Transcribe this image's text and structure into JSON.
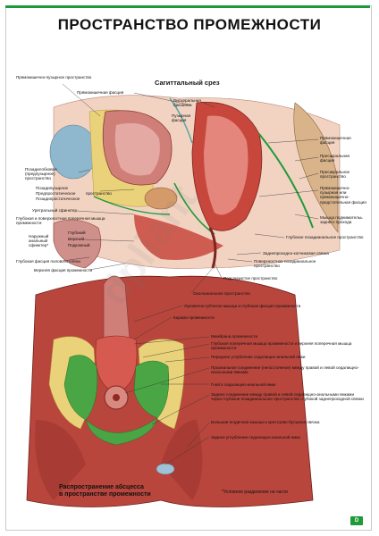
{
  "title": "ПРОСТРАНСТВО ПРОМЕЖНОСТИ",
  "subtitle": "Сагиттальный срез",
  "caption_line1": "Распространение абсцесса",
  "caption_line2": "в пространстве промежности",
  "footnote": "*Условное разделение на части",
  "logo_text": "D",
  "colors": {
    "accent": "#1f9a3a",
    "muscle": "#c8473c",
    "fat": "#e9d27a",
    "abscess": "#4aa544",
    "bladder": "#c88a8a"
  },
  "labels_top_left": [
    "Прямокишечно-пузырное пространство",
    "Прямокишечная фасция",
    "Позадилобковое (предпузырное) пространство",
    "Позадипузырное",
    "Предпростатическое",
    "Позадипростатическое",
    "пространство",
    "Уретральный сфинктер",
    "Глубокая и поверхностная поперечная мышца промежности",
    "Наружный анальный сфинктер*",
    "Глубокий",
    "Верхний",
    "Подкожный",
    "Глубокая фасция полового члена",
    "Верхняя фасция промежности"
  ],
  "labels_top_mid": [
    "Висцеральная брюшина",
    "Пузырная фасция"
  ],
  "labels_top_right": [
    "Прямокишечная фасция",
    "Пресакральная фасция",
    "Пресакральное пространство",
    "Прямокишечно-пузырная или прямокишечно-предстательная фасция",
    "Мышца поднимательь заднего прохода",
    "Глубокое позадианальное пространство",
    "Заднепроходно-копчиковая связка",
    "Поверхностное позадианальное пространство",
    "Подслизистое пространство",
    "Околоанальное пространство",
    "Луковично-губчатая мышца и глубокая фасция промежности",
    "Карман промежности"
  ],
  "labels_bottom_right": [
    "Мембрана промежности",
    "Глубокая поперечная мышца промежности и верхняя поперечная мышца промежности",
    "Переднее углубление седалищно-анальной ямки",
    "Проанальное соединение (непостоянное) между правой и левой седалищно-анальными ямками",
    "Гной в седалищно-анальной ямке",
    "Заднее соединение между правой и левой седалищно-анальными ямками через глубокое позадианальное пространство глубокой заднепроходной связки",
    "Большая ягодичная мышца и крестцово-бугорная связка",
    "Заднее углубление седалищно-анальной ямки"
  ]
}
